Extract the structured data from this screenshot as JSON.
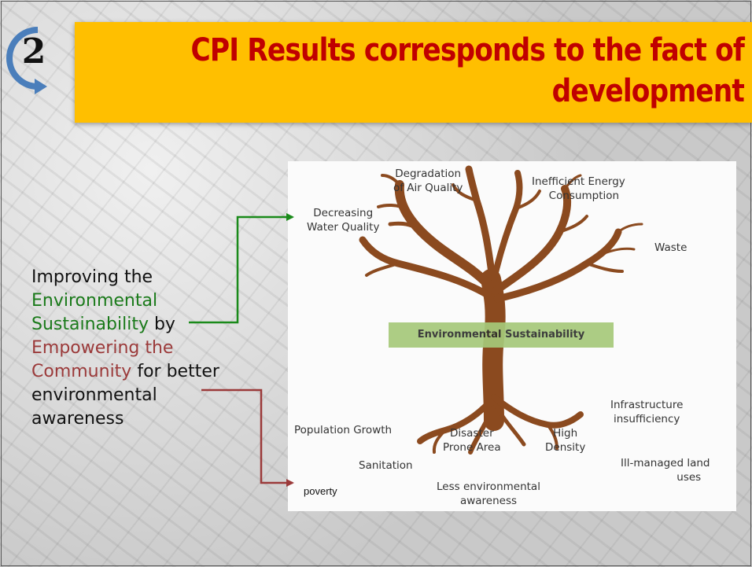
{
  "slide": {
    "number": "2",
    "title_line1": "CPI Results corresponds to the fact of",
    "title_line2": "development"
  },
  "statement": {
    "part1": "Improving the",
    "part2": "Environmental",
    "part3": "Sustainability",
    "part4": " by",
    "part5": "Empowering the",
    "part6": "Community",
    "part7": " for better",
    "part8": "environmental",
    "part9": "awareness"
  },
  "tree": {
    "trunk_label": "Environmental Sustainability",
    "branches": {
      "air": [
        "Degradation",
        "of Air Quality"
      ],
      "energy": [
        "Inefficient Energy",
        "Consumption"
      ],
      "water": [
        "Decreasing",
        "Water Quality"
      ],
      "waste": "Waste"
    },
    "roots": {
      "population": "Population Growth",
      "sanitation": "Sanitation",
      "disaster": [
        "Disaster",
        "Prone Area"
      ],
      "density": [
        "High",
        "Density"
      ],
      "infrastructure": [
        "Infrastructure",
        "insufficiency"
      ],
      "land": [
        "Ill-managed land",
        "uses"
      ],
      "awareness": [
        "Less environmental",
        "awareness"
      ]
    },
    "poverty_label": "poverty"
  },
  "colors": {
    "title_bg": "#ffbf00",
    "title_text": "#c00000",
    "green_arrow": "#1a8a1a",
    "maroon_arrow": "#9b3a3a",
    "tree_brown": "#8b4a1f",
    "banner_bg": "#a6c97a",
    "badge_arrow": "#4a7ebb"
  },
  "icons": {
    "badge": "circular-arrow-icon"
  }
}
